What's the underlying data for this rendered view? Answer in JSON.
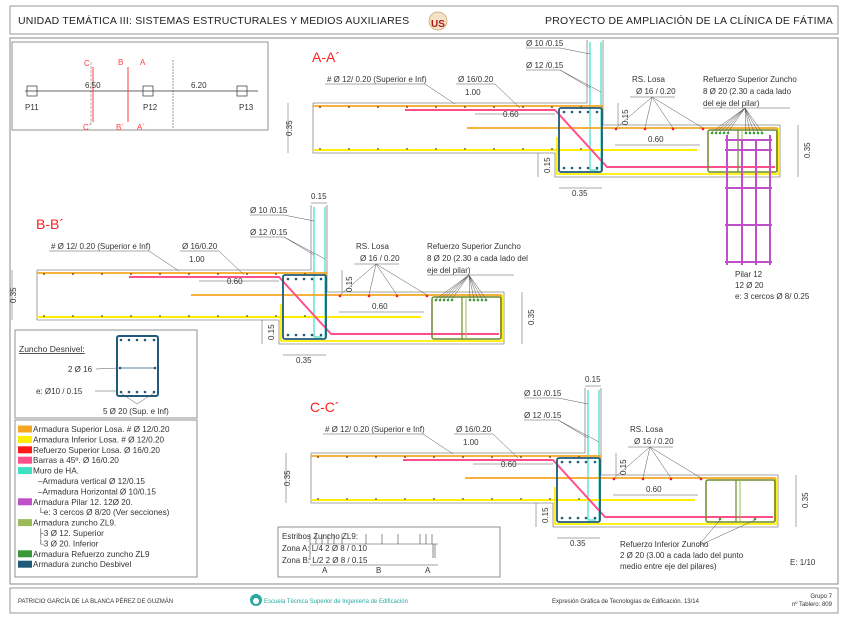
{
  "header": {
    "left_title": "UNIDAD TEMÁTICA III: SISTEMAS ESTRUCTURALES Y MEDIOS AUXILIARES",
    "right_title": "PROYECTO DE AMPLIACIÓN DE LA CLÍNICA DE FÁTIMA",
    "logo_text": "US"
  },
  "key_plan": {
    "pillars": [
      "P11",
      "P12",
      "P13"
    ],
    "spans": [
      "6.50",
      "6.20"
    ],
    "cuts": [
      "C",
      "B",
      "A"
    ],
    "cuts_prime": [
      "C´",
      "B´",
      "A´"
    ]
  },
  "sections": [
    {
      "title": "A-A´",
      "mesh": "# Ø 12/ 0.20 (Superior e Inf)",
      "bent": "Ø 16/0.20",
      "bent_len": "1.00",
      "lap1": "0.60",
      "wall_h": "Ø 10 /0.15",
      "wall_v": "Ø 12 /0.15",
      "rs_title": "RS. Losa",
      "rs_spec": "Ø 16 / 0.20",
      "lap2": "0.60",
      "h_left": "0.35",
      "h_right": "0.35",
      "step_top": "0.15",
      "step_bot": "0.15",
      "col_w": "0.35",
      "zr1": "Refuerzo Superior Zuncho",
      "zr2": "8 Ø  20 (2.30 a cada lado",
      "zr3": "del eje  del pilar)"
    },
    {
      "title": "B-B´",
      "mesh": "# Ø  12/ 0.20 (Superior e Inf)",
      "bent": "Ø  16/0.20",
      "bent_len": "1.00",
      "lap1": "0.60",
      "wall_h": "Ø 10 /0.15",
      "wall_v": "Ø 12 /0.15",
      "wall_w": "0.15",
      "rs_title": "RS. Losa",
      "rs_spec": "Ø 16 / 0.20",
      "lap2": "0.60",
      "h_left": "0.35",
      "h_right": "0.35",
      "step_top": "0.15",
      "step_bot": "0.15",
      "col_w": "0.35",
      "zr1": "Refuerzo Superior Zuncho",
      "zr2": "8 Ø  20 (2.30 a cada lado del",
      "zr3": "eje  del pilar)"
    },
    {
      "title": "C-C´",
      "mesh": "# Ø  12/ 0.20 (Superior e Inf)",
      "bent": "Ø  16/0.20",
      "bent_len": "1.00",
      "lap1": "0.60",
      "wall_h": "Ø 10 /0.15",
      "wall_v": "Ø 12 /0.15",
      "wall_w": "0.15",
      "rs_title": "RS. Losa",
      "rs_spec": "Ø 16 / 0.20",
      "lap2": "0.60",
      "h_left": "0.35",
      "h_right": "0.35",
      "step_top": "0.15",
      "step_bot": "0.15",
      "col_w": "0.35",
      "zi1": "Refuerzo Inferior Zuncho",
      "zi2": "2 Ø  20 (3.00 a cada lado del punto",
      "zi3": "medio              entre eje  del pilares)"
    }
  ],
  "pilar": {
    "line1": "Pilar 12",
    "line2": "12  Ø  20",
    "line3": "e: 3 cercos Ø 8/ 0.25"
  },
  "zuncho_desnivel": {
    "title": "Zuncho Desnivel:",
    "side": "2 Ø 16",
    "stirrup": "e:  Ø10 /  0.15",
    "main": "5 Ø 20 (Sup. e Inf)"
  },
  "legend": [
    {
      "label": "Armadura Superior Losa. # Ø 12/0.20",
      "color": "#f5a623",
      "indent": 0
    },
    {
      "label": "Armadura Inferior Losa. # Ø 12/0.20",
      "color": "#ffee00",
      "indent": 0
    },
    {
      "label": "Refuerzo Superior Losa. Ø 16/0.20",
      "color": "#ff1a1a",
      "indent": 0
    },
    {
      "label": "Barras a 45º.  Ø 16/0.20",
      "color": "#ff4f8b",
      "indent": 0
    },
    {
      "label": "Muro de HA.",
      "color": "#3de0c0",
      "indent": 0
    },
    {
      "label": "–Armadura vertical Ø 12/0.15",
      "color": "",
      "indent": 1
    },
    {
      "label": "–Armadura Horizontal Ø 10/0.15",
      "color": "",
      "indent": 1
    },
    {
      "label": "Armadura Pilar 12.  12Ø 20.",
      "color": "#c050c8",
      "indent": 0
    },
    {
      "label": "└e: 3 cercos Ø 8/20  (Ver secciones)",
      "color": "",
      "indent": 1
    },
    {
      "label": "Armadura zuncho ZL9.",
      "color": "#9bbb59",
      "indent": 0
    },
    {
      "label": "├3 Ø 12. Superior",
      "color": "",
      "indent": 1
    },
    {
      "label": "└3 Ø 20. Inferior",
      "color": "",
      "indent": 1
    },
    {
      "label": "Armadura Refuerzo zuncho ZL9",
      "color": "#3a9a3a",
      "indent": 0
    },
    {
      "label": "Armadura zuncho Desbivel",
      "color": "#1f5a7a",
      "indent": 0
    }
  ],
  "estribos": {
    "title": "Estribos Zuncho ZL9:",
    "zona_a": "Zona A: L/4   2 Ø 8 / 0.10",
    "zona_b": "Zona B: L/2   2 Ø 8 / 0.15",
    "zones": [
      "A",
      "B",
      "A"
    ]
  },
  "scale": "E: 1/10",
  "footer": {
    "author": "PATRICIO GARCÍA DE LA BLANCA PÉREZ DE GUZMÁN",
    "school": "Escuela Técnica Superior de Ingeniería de Edificación",
    "course": "Expresión Gráfica de Tecnologías de Edificación. 13/14",
    "group": "Grupo 7",
    "board": "nº Tablero: 809"
  },
  "colors": {
    "section_title": "#ff2020",
    "cut_line": "#ff4040",
    "orange": "#f5a623",
    "yellow": "#ffee00",
    "red": "#ff1a1a",
    "pink": "#ff4f8b",
    "teal": "#3de0c0",
    "magenta": "#c050c8",
    "zuncho": "#9bbb59",
    "zuncho_refuerzo": "#3a9a3a",
    "navy": "#1f5a7a",
    "school": "#2aa8a0"
  }
}
